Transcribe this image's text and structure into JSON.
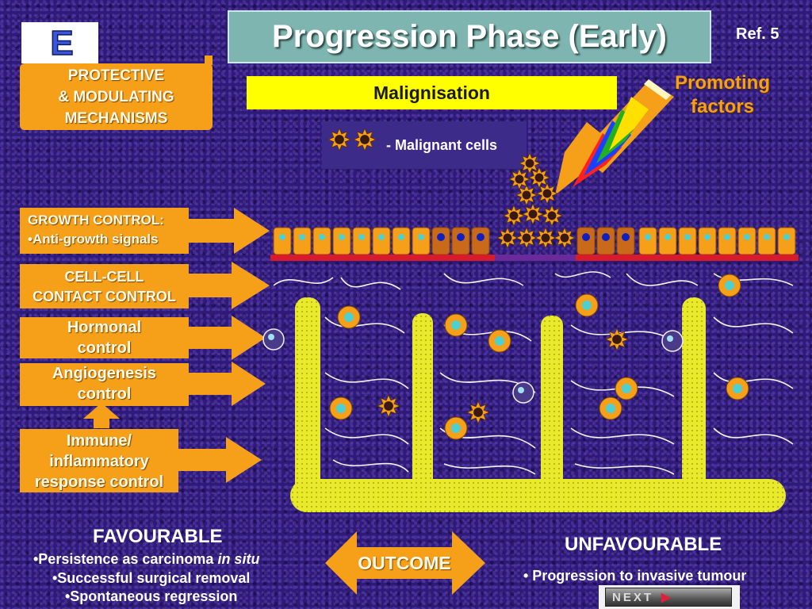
{
  "badge": "E",
  "title": "Progression Phase (Early)",
  "ref": "Ref. 5",
  "protective_heading": [
    "PROTECTIVE",
    "& MODULATING",
    "MECHANISMS"
  ],
  "malignisation": "Malignisation",
  "legend_label": "- Malignant cells",
  "promoting_factors": [
    "Promoting",
    "factors"
  ],
  "controls": {
    "growth": [
      "GROWTH CONTROL:",
      "•Anti-growth signals"
    ],
    "contact": [
      "CELL-CELL",
      "CONTACT CONTROL"
    ],
    "hormonal": [
      "Hormonal",
      "control"
    ],
    "angiogenesis": [
      "Angiogenesis",
      "control"
    ],
    "immune": [
      "Immune/",
      "inflammatory",
      "response control"
    ]
  },
  "favourable": {
    "title": "FAVOURABLE",
    "items": [
      "•Persistence as carcinoma ",
      "•Successful surgical removal",
      "•Spontaneous regression"
    ],
    "item1_italic": "in situ"
  },
  "outcome": "OUTCOME",
  "unfavourable": {
    "title": "UNFAVOURABLE",
    "items": [
      "• Progression to invasive tumour"
    ]
  },
  "next_label": "NEXT",
  "colors": {
    "background": "#2e1a78",
    "orange": "#f6a01a",
    "yellow": "#ffff00",
    "title_box": "#7fb5b0",
    "vessel": "#f0ef3a",
    "epithelium_red": "#d81a2a"
  }
}
